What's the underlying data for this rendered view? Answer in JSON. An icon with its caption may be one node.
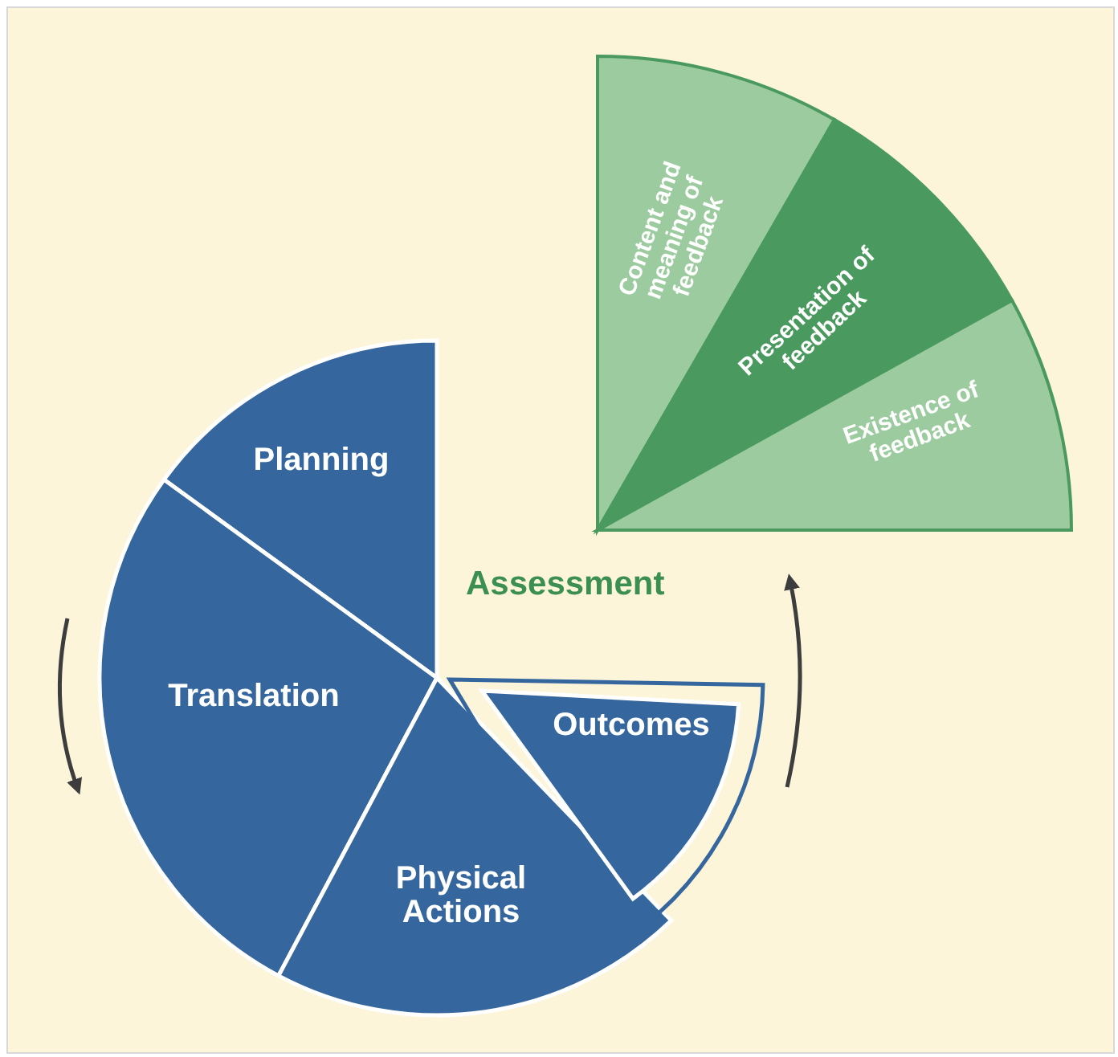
{
  "diagram": {
    "nodes": [
      {
        "text": [
          "Planning"
        ]
      },
      {
        "text": [
          "Translation"
        ]
      },
      {
        "text": [
          "Physical Actions"
        ]
      },
      {
        "text": [
          "Outcomes"
        ]
      },
      {
        "text": [
          "Content and meaning of feedback"
        ]
      },
      {
        "text": [
          "Presentation of feedback"
        ]
      },
      {
        "text": [
          "Existence of feedback"
        ]
      }
    ],
    "edges": [],
    "labels": [
      "Assessment"
    ]
  }
}
